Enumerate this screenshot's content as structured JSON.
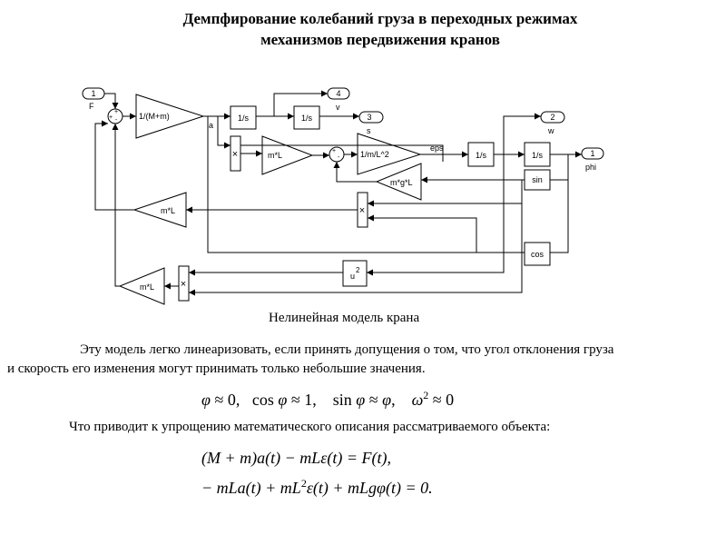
{
  "title_line1": "Демпфирование колебаний груза в переходных режимах",
  "title_line2": "механизмов передвижения кранов",
  "diagram": {
    "ports": {
      "in1_num": "1",
      "in1_name": "F",
      "out4_num": "4",
      "out4_name": "v",
      "out3_num": "3",
      "out3_name": "s",
      "out2_num": "2",
      "out2_name": "w",
      "out1_num": "1",
      "out1_name": "phi"
    },
    "sum_signs": {
      "top": "+",
      "left": "+",
      "bottom": "-",
      "second_left": "+",
      "second_bottom": "-"
    },
    "blocks": {
      "gain_mass": "1/(M+m)",
      "int1": "1/s",
      "int2": "1/s",
      "gain_mL_upper": "m*L",
      "gain_1_mL2": "1/m/L^2",
      "gain_mgL": "m*g*L",
      "int3": "1/s",
      "int4": "1/s",
      "sin": "sin",
      "cos": "cos",
      "gain_mL_mid": "m*L",
      "gain_mL_bottom": "m*L",
      "square": "u",
      "square_exp": "2"
    },
    "signals": {
      "a": "a",
      "eps": "eps",
      "s": "s",
      "w": "w"
    }
  },
  "caption": "Нелинейная модель крана",
  "paragraph_line1": "Эту модель легко линеаризовать, если принять допущения о том, что угол отклонения груза",
  "paragraph_line2": "и скорость его изменения могут принимать только небольшие значения.",
  "assumptions": {
    "phi": "φ",
    "approx1": " ≈ 0,",
    "cos": "cos",
    "approx2": " ≈ 1,",
    "sin": "sin",
    "approx3": " ≈ ",
    "phi_end": ",",
    "omega": "ω",
    "pow": "2",
    "approx4": " ≈ 0"
  },
  "conclusion": "Что приводит к упрощению математического описания рассматриваемого объекта:",
  "equation1": "(M + m)a(t) − mLε(t) = F(t),",
  "equation2_a": "− mLa(t) + mL",
  "equation2_pow": "2",
  "equation2_b": "ε(t) + mLgφ(t) = 0."
}
